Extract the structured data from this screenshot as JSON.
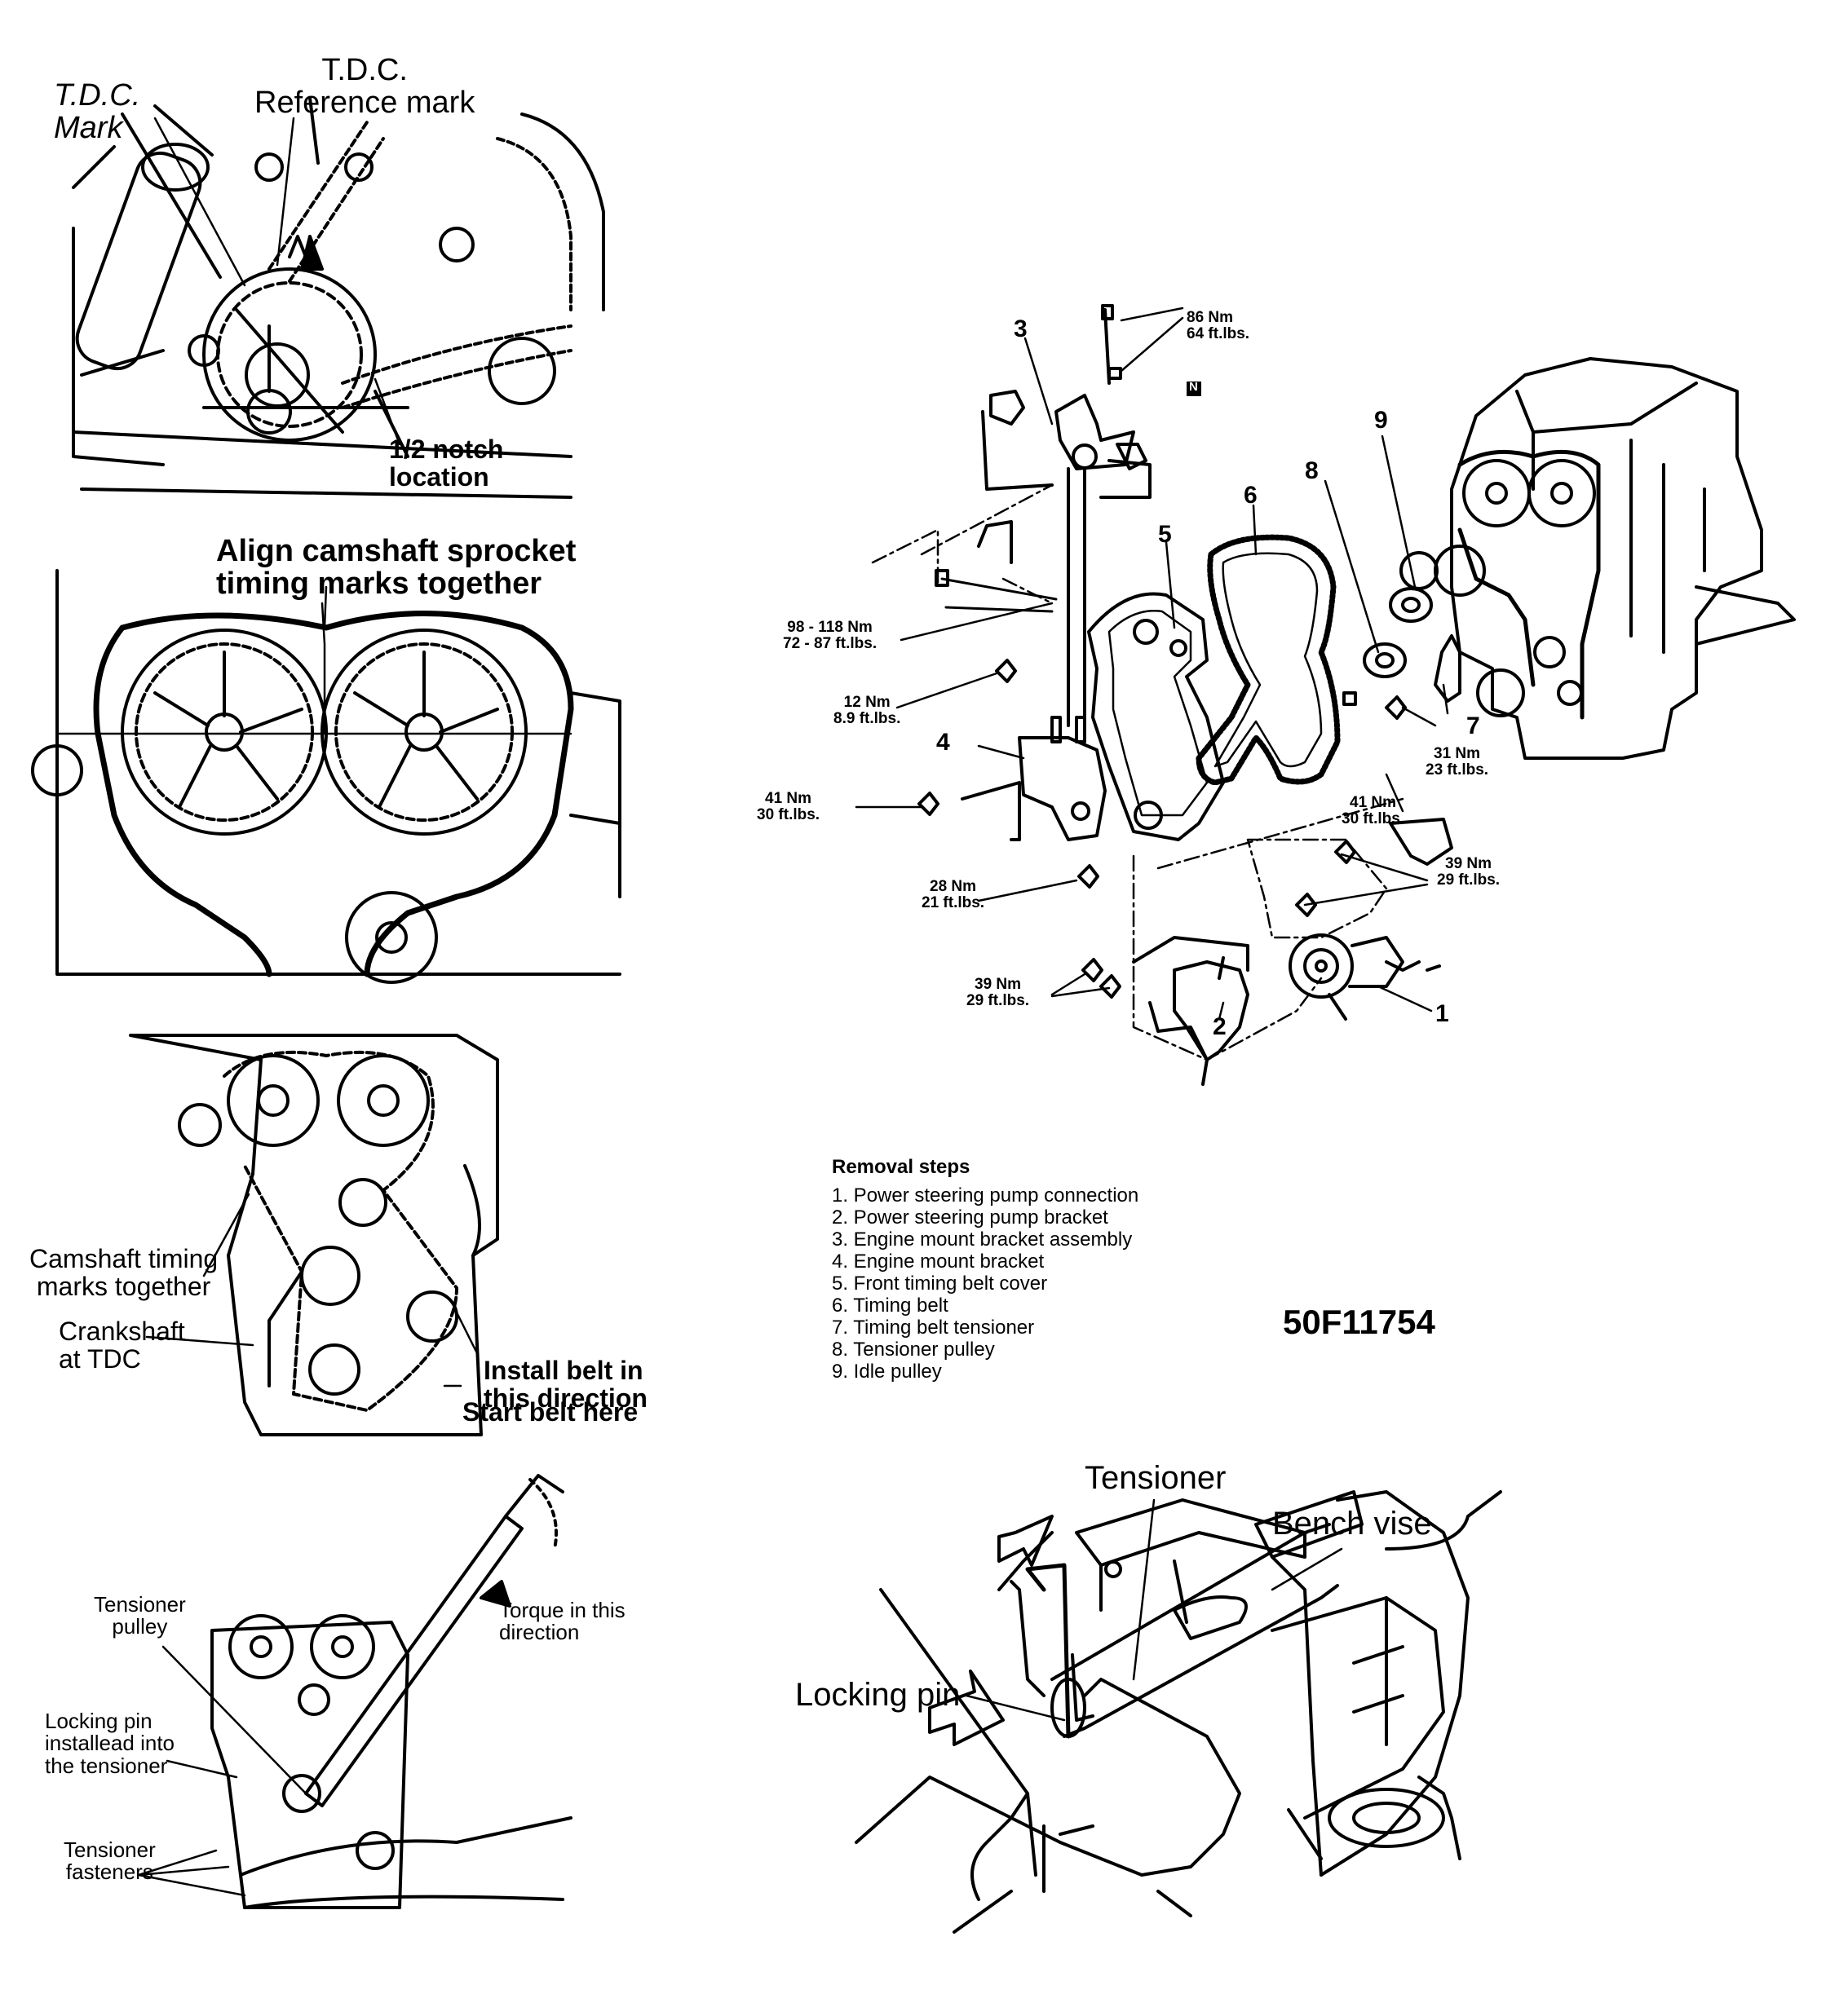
{
  "panel_tdc": {
    "tdc_mark": "T.D.C.\nMark",
    "tdc_reference": "T.D.C.\nReference mark",
    "half_notch": "1/2 notch\nlocation"
  },
  "panel_align": {
    "caption": "Align  camshaft  sprocket\ntiming marks together"
  },
  "panel_install": {
    "cam_marks": "Camshaft timing\nmarks together",
    "crank_tdc": "Crankshaft\nat TDC",
    "install_dir": "Install belt in\nthis direction",
    "start_here": "Start belt here"
  },
  "panel_torque": {
    "tensioner_pulley": "Tensioner\npulley",
    "torque_dir": "Torque in this\ndirection",
    "locking_pin": "Locking pin\ninstallead into\nthe tensioner",
    "fasteners": "Tensioner\nfasteners"
  },
  "exploded": {
    "callouts": [
      "1",
      "2",
      "3",
      "4",
      "5",
      "6",
      "7",
      "8",
      "9"
    ],
    "torques": {
      "t86": "86 Nm\n64 ft.lbs.",
      "t98": "98 - 118 Nm\n72 - 87 ft.lbs.",
      "t12": "12 Nm\n8.9 ft.lbs.",
      "t41a": "41 Nm\n30 ft.lbs.",
      "t28": "28 Nm\n21 ft.lbs.",
      "t39a": "39 Nm\n29 ft.lbs.",
      "t41b": "41 Nm\n30 ft.lbs.",
      "t39b": "39 Nm\n29 ft.lbs.",
      "t31": "31 Nm\n23 ft.lbs."
    },
    "replace_symbol": "N"
  },
  "removal": {
    "title": "Removal steps",
    "steps": [
      "1. Power steering pump connection",
      "2. Power steering pump bracket",
      "3. Engine mount bracket assembly",
      "4. Engine mount bracket",
      "5. Front timing belt cover",
      "6. Timing belt",
      "7. Timing belt tensioner",
      "8. Tensioner pulley",
      "9. Idle pulley"
    ]
  },
  "figure_code": "50F11754",
  "panel_vise": {
    "tensioner": "Tensioner",
    "bench_vise": "Bench vise",
    "locking_pin": "Locking pin"
  }
}
